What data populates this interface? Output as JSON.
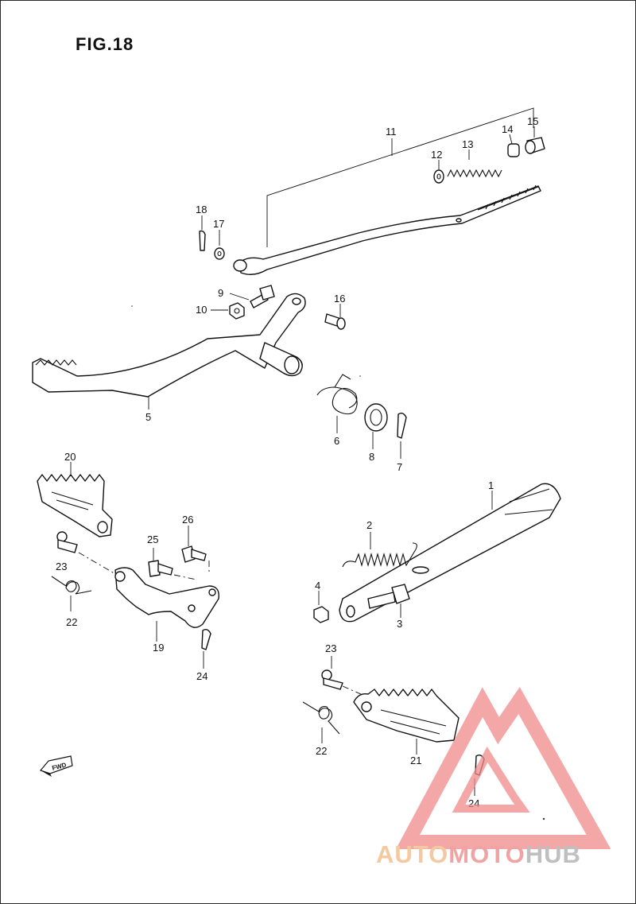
{
  "figure": {
    "title": "FIG.18"
  },
  "callouts": [
    "1",
    "2",
    "3",
    "4",
    "5",
    "6",
    "7",
    "8",
    "9",
    "10",
    "11",
    "12",
    "13",
    "14",
    "15",
    "16",
    "17",
    "18",
    "19",
    "20",
    "21",
    "22",
    "23",
    "24",
    "25",
    "26"
  ],
  "labels": {
    "p1": "1",
    "p2": "2",
    "p3": "3",
    "p4": "4",
    "p5": "5",
    "p6": "6",
    "p7": "7",
    "p8": "8",
    "p9": "9",
    "p10": "10",
    "p11": "11",
    "p12": "12",
    "p13": "13",
    "p14": "14",
    "p15": "15",
    "p16": "16",
    "p17": "17",
    "p18": "18",
    "p19": "19",
    "p20": "20",
    "p21": "21",
    "p22a": "22",
    "p22b": "22",
    "p23a": "23",
    "p23b": "23",
    "p24a": "24",
    "p24b": "24",
    "p25": "25",
    "p26": "26"
  },
  "direction_marker": {
    "text": "FWD"
  },
  "watermark": {
    "part1": "AUTO",
    "part2": "MOTO",
    "part3": "HUB",
    "colors": {
      "auto": "#f4c9a0",
      "moto": "#f1a3a3",
      "hub": "#bfbfbf",
      "logo": "#ef8a8a"
    }
  }
}
